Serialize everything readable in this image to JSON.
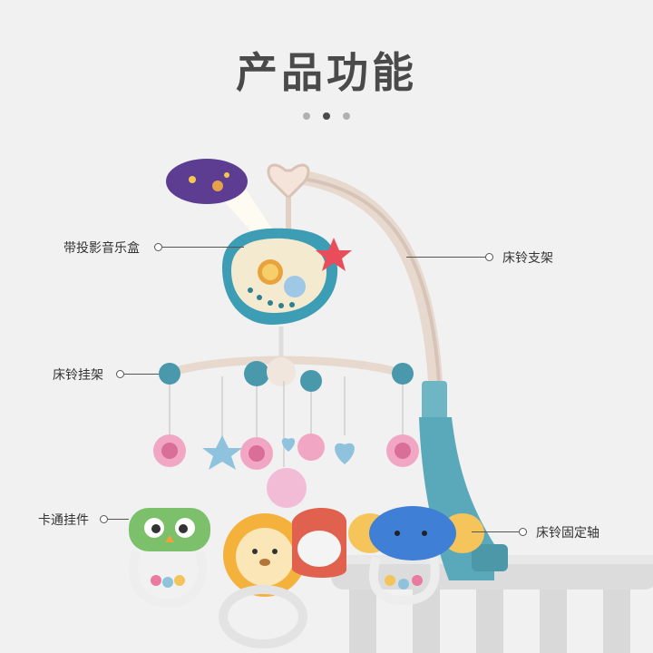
{
  "title": "产品功能",
  "pagination": {
    "count": 3,
    "active_index": 1
  },
  "callouts": {
    "projector": "带投影音乐盒",
    "hanger": "床铃挂架",
    "toys": "卡通挂件",
    "arm": "床铃支架",
    "axle": "床铃固定轴"
  }
}
